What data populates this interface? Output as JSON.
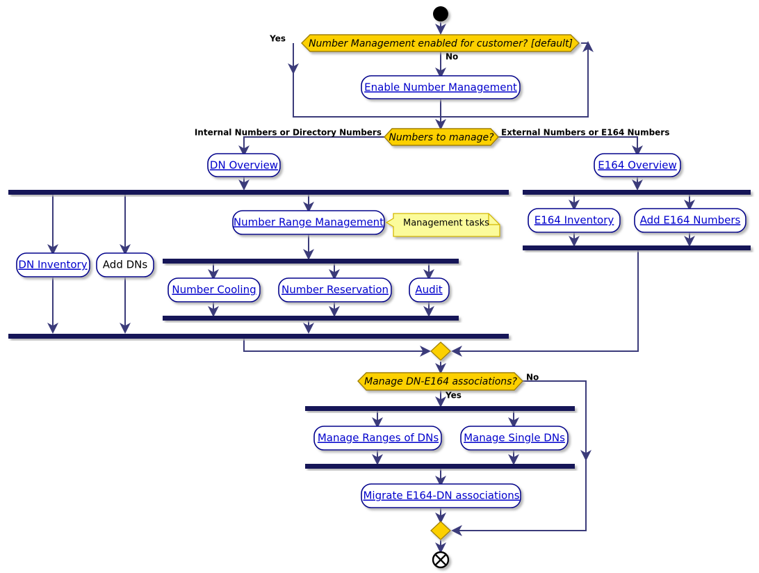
{
  "diagram": {
    "type": "uml-activity-diagram",
    "title": "Number Management workflow",
    "colors": {
      "decision_fill": "#FCD000",
      "decision_stroke": "#A08000",
      "activity_fill": "#FFFFFF",
      "activity_stroke": "#00008B",
      "link_text": "#0000CC",
      "plain_text": "#000000",
      "bar_fill": "#121259",
      "note_fill": "#FBFB9B",
      "note_stroke": "#D4B800",
      "line": "#3B3B7A",
      "start_end": "#000000"
    }
  },
  "nodes": {
    "start": {
      "name": "start-node"
    },
    "decision_enabled": {
      "label": "Number Management enabled for customer? [default]"
    },
    "enable_nm": {
      "label": "Enable Number Management",
      "link": true
    },
    "decision_numbers": {
      "label": "Numbers to manage?"
    },
    "dn_overview": {
      "label": "DN Overview",
      "link": true
    },
    "e164_overview": {
      "label": "E164 Overview",
      "link": true
    },
    "dn_inventory": {
      "label": "DN Inventory",
      "link": true
    },
    "add_dns": {
      "label": "Add DNs",
      "link": false
    },
    "number_range_management": {
      "label": "Number Range Management",
      "link": true
    },
    "number_cooling": {
      "label": "Number Cooling",
      "link": true
    },
    "number_reservation": {
      "label": "Number Reservation",
      "link": true
    },
    "audit": {
      "label": "Audit",
      "link": true
    },
    "e164_inventory": {
      "label": "E164 Inventory",
      "link": true
    },
    "add_e164_numbers": {
      "label": "Add E164 Numbers",
      "link": true
    },
    "decision_assoc": {
      "label": "Manage DN-E164 associations?"
    },
    "manage_ranges": {
      "label": "Manage Ranges of DNs",
      "link": true
    },
    "manage_single": {
      "label": "Manage Single DNs",
      "link": true
    },
    "migrate": {
      "label": "Migrate E164-DN associations",
      "link": true
    },
    "end": {
      "name": "end-node"
    }
  },
  "notes": {
    "management_tasks": {
      "text": "Management tasks"
    }
  },
  "edge_labels": {
    "yes_enabled": "Yes",
    "no_enabled": "No",
    "internal_numbers": "Internal Numbers or Directory Numbers",
    "external_numbers": "External Numbers or E164 Numbers",
    "no_assoc": "No",
    "yes_assoc": "Yes"
  }
}
